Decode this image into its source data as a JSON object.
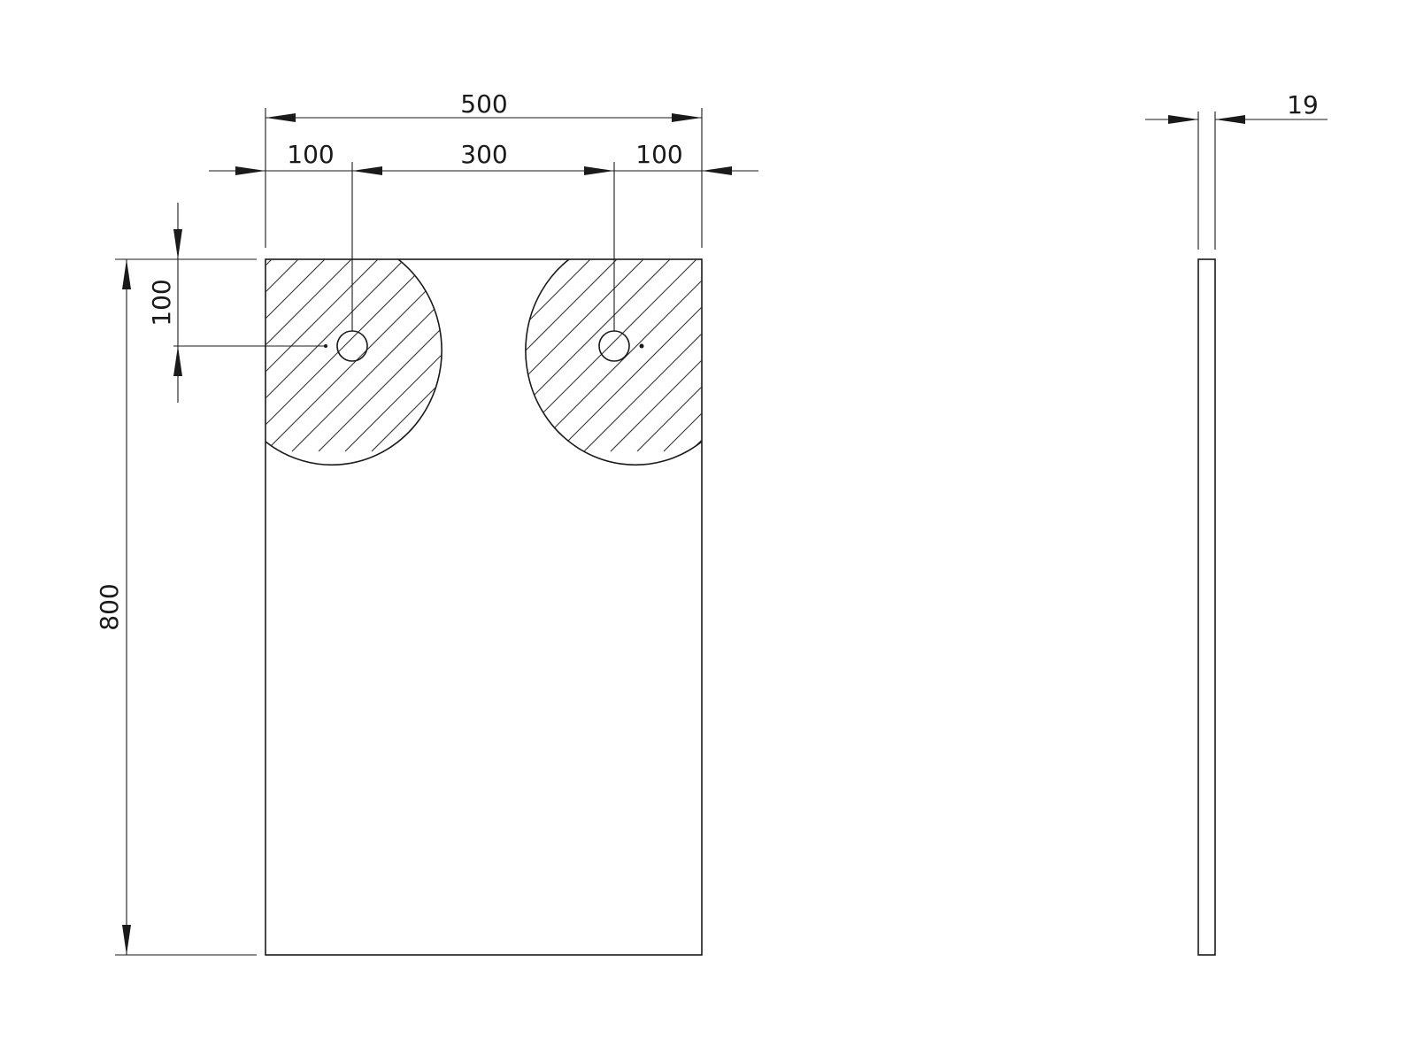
{
  "dimensions": {
    "overall_width": "500",
    "left_offset": "100",
    "center_spacing": "300",
    "right_offset": "100",
    "top_offset": "100",
    "overall_height": "800",
    "thickness": "19"
  },
  "colors": {
    "line": "#1a1a1a",
    "background": "#ffffff"
  }
}
